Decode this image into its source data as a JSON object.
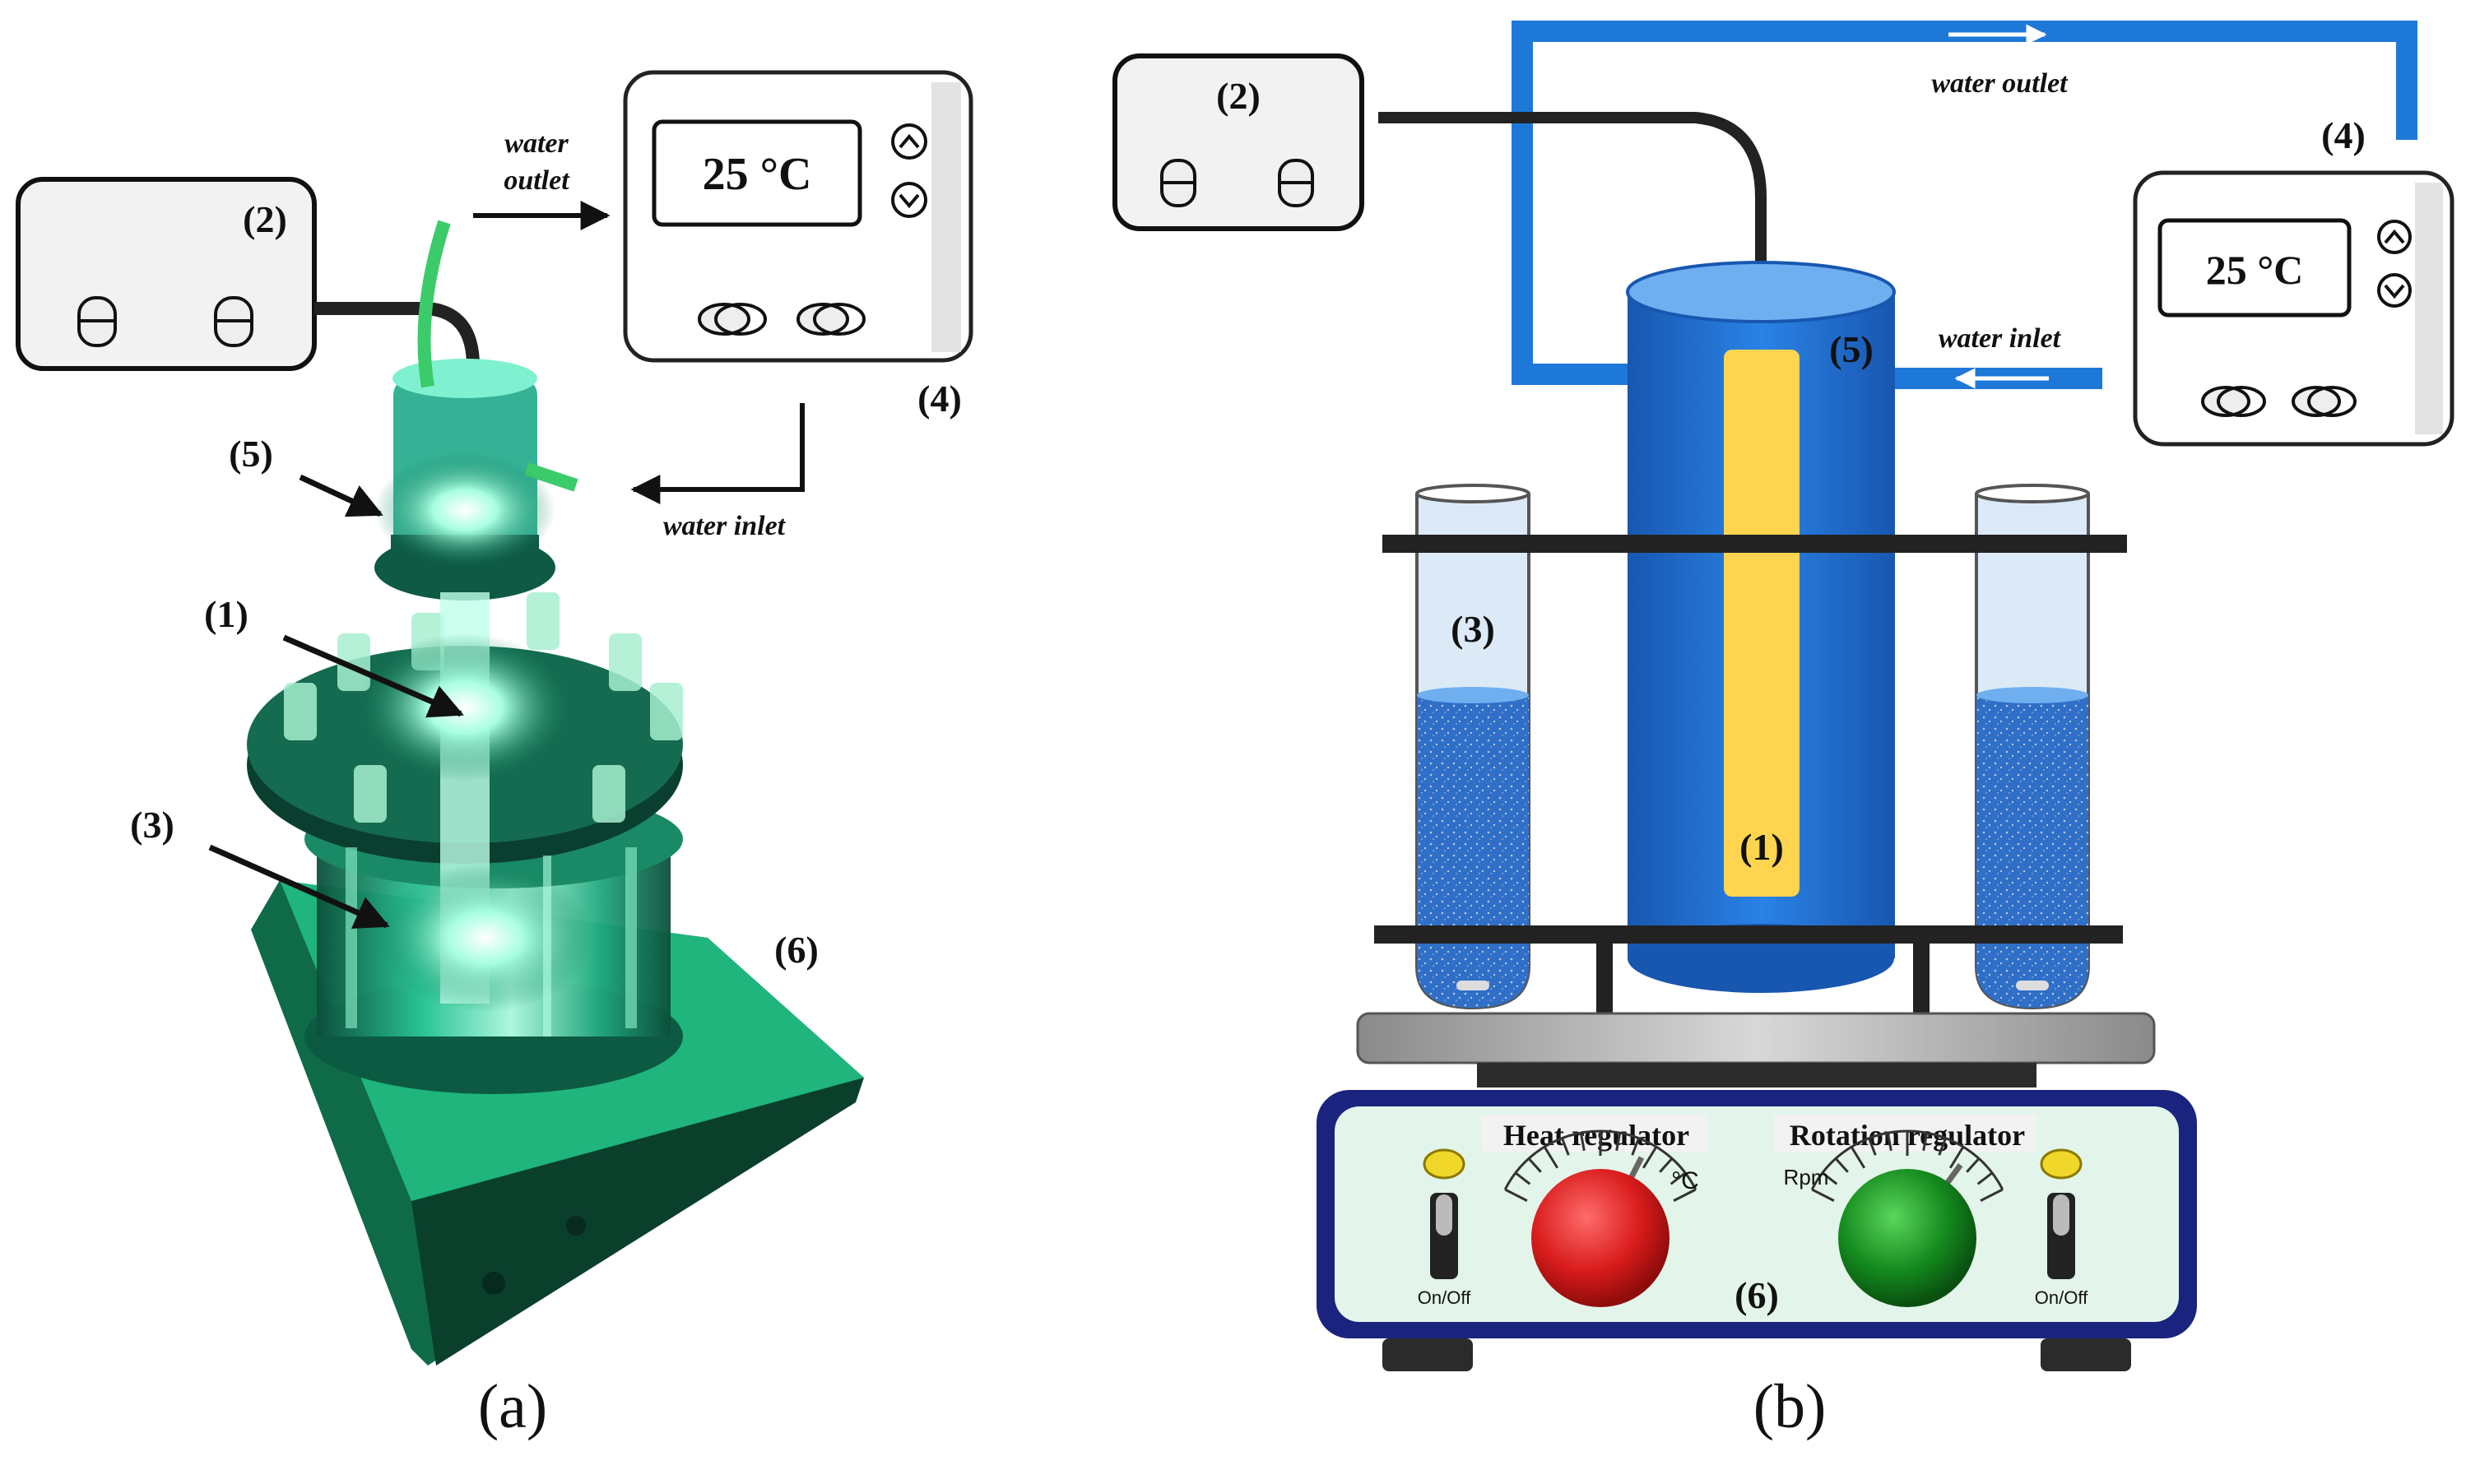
{
  "labels": {
    "reactor": "(1)",
    "power": "(2)",
    "tube": "(3)",
    "chiller": "(4)",
    "jacket": "(5)",
    "stirrer": "(6)"
  },
  "chiller": {
    "display": "25 °C"
  },
  "flow": {
    "outlet": "water outlet",
    "outlet_line1": "water",
    "outlet_line2": "outlet",
    "inlet": "water inlet"
  },
  "stirrer": {
    "heat_label": "Heat regulator",
    "rotation_label": "Rotation regulator",
    "heat_unit": "°C",
    "rotation_unit": "Rpm",
    "switch_label": "On/Off"
  },
  "captions": {
    "a": "(a)",
    "b": "(b)"
  },
  "colors": {
    "jacket_blue": "#1F6FD0",
    "pipe_blue": "#1E78D8",
    "lamp_yellow": "#FFD54F",
    "knob_red": "#D91C1C",
    "knob_green": "#148A1E",
    "stirrer_border": "#1A237E",
    "glow_green": "#22C48A"
  }
}
